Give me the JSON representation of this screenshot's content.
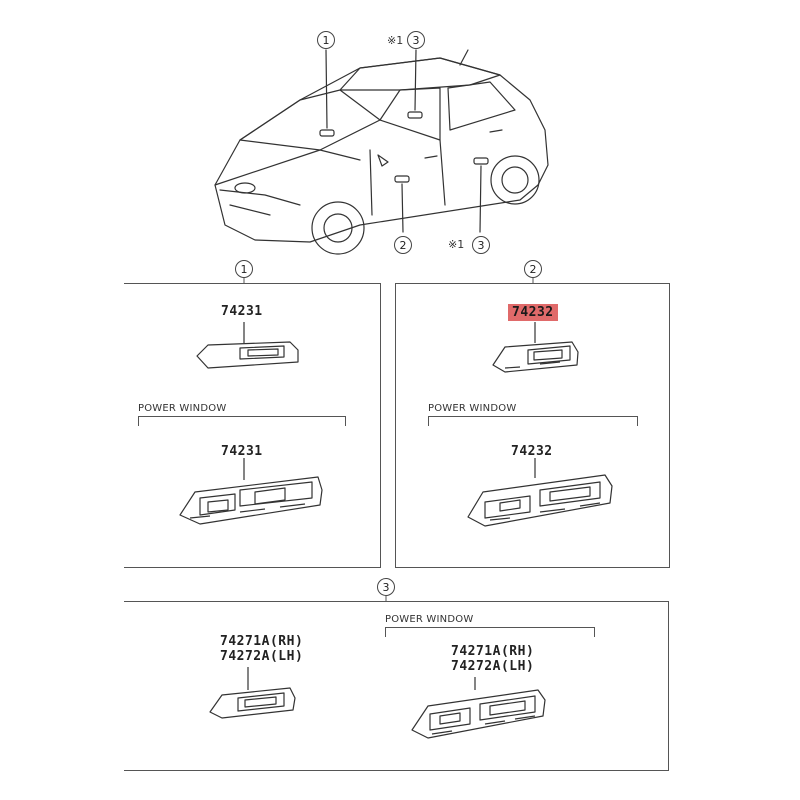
{
  "callouts": {
    "c1": "1",
    "c3_top": "3",
    "c2": "2",
    "c3_bottom": "3",
    "panel1": "1",
    "panel2": "2",
    "panel3": "3"
  },
  "notes": {
    "mark_top": "※1",
    "mark_bottom": "※1"
  },
  "panel1": {
    "part_top": "74231",
    "group_label": "POWER WINDOW",
    "part_bottom": "74231"
  },
  "panel2": {
    "part_top": "74232",
    "group_label": "POWER WINDOW",
    "part_bottom": "74232"
  },
  "panel3": {
    "left_part_rh": "74271A(RH)",
    "left_part_lh": "74272A(LH)",
    "group_label": "POWER WINDOW",
    "right_part_rh": "74271A(RH)",
    "right_part_lh": "74272A(LH)"
  },
  "colors": {
    "highlight": "#e06a6a",
    "line": "#444444"
  }
}
